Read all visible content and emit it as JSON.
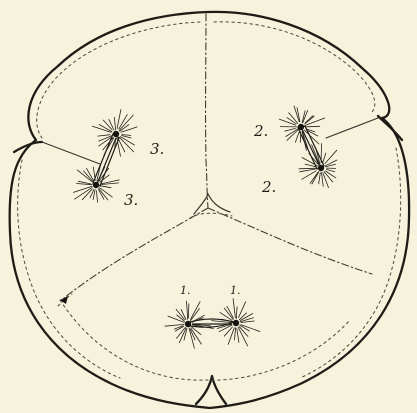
{
  "figure": {
    "labels": {
      "upper_left_top": "3.",
      "upper_left_bottom": "3.",
      "upper_right_top": "2.",
      "upper_right_bottom": "2.",
      "bottom_left": "1.",
      "bottom_right": "1."
    }
  },
  "colors": {
    "paper": "#f6f2dc",
    "ink": "#1e1c16"
  }
}
